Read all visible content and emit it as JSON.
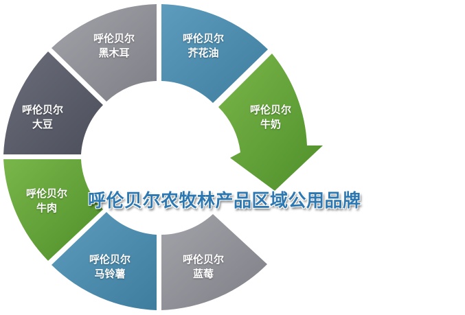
{
  "diagram": {
    "title": "呼伦贝尔农牧林产品区域公用品牌",
    "segments": [
      {
        "line1": "呼伦贝尔",
        "line2": "芥花油",
        "color": "#4f8fb0"
      },
      {
        "line1": "呼伦贝尔",
        "line2": "牛奶",
        "color": "#68a83a"
      },
      {
        "line1": "呼伦贝尔",
        "line2": "蓝莓",
        "color": "#8c8c94"
      },
      {
        "line1": "呼伦贝尔",
        "line2": "马铃薯",
        "color": "#4f8fb0"
      },
      {
        "line1": "呼伦贝尔",
        "line2": "牛肉",
        "color": "#68a83a"
      },
      {
        "line1": "呼伦贝尔",
        "line2": "大豆",
        "color": "#5c5f6c"
      },
      {
        "line1": "呼伦贝尔",
        "line2": "黑木耳",
        "color": "#8c8c94"
      }
    ]
  }
}
